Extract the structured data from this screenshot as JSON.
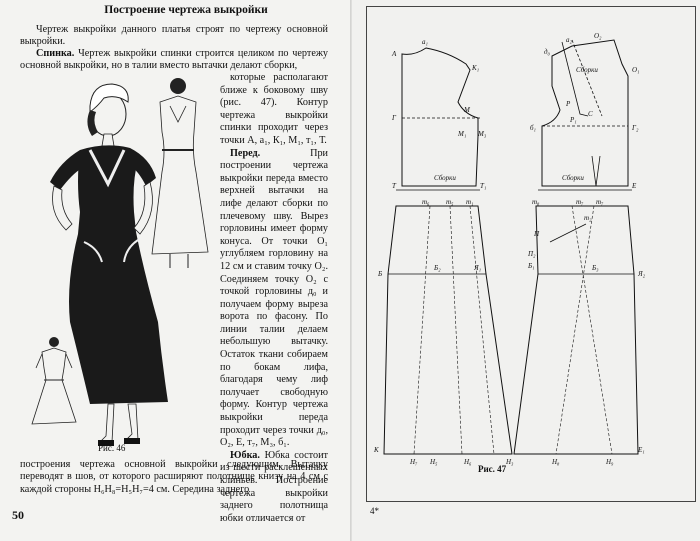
{
  "left_page": {
    "title": "Построение чертежа выкройки",
    "intro": "Чертеж выкройки данного платья строят по чертежу основной выкройки.",
    "back_heading": "Спинка.",
    "back_text": "Чертеж выкройки спинки строится целиком по чертежу основной выкройки, но в талии вместо вытачки делают сборки,",
    "column_p1": "которые располагают ближе к боковому шву (рис. 47). Контур чертежа выкройки спинки проходит через точки А, а₁, К₁, М₁, т₁, Т.",
    "front_heading": "Перед.",
    "front_text": "При построении чертежа выкройки переда вместо верхней вытачки на лифе делают сборки по плечевому шву. Вырез горловины имеет форму конуса. От точки О₁ углубляем горловину на 12 см и ставим точку О₂. Соединяем точку О₂ с точкой горловины д₀ и получаем форму выреза ворота по фасону. По линии талии делаем небольшую вытачку. Остаток ткани собираем по бокам лифа, благодаря чему лиф получает свободную форму. Контур чертежа выкройки переда проходит через точки д₀, О₂, Е, т₇, М₃, б₁.",
    "skirt_heading": "Юбка.",
    "skirt_text": "Юбка состоит из шести расклешенных клиньев. Построение чертежа выкройки заднего полотнища юбки отличается от",
    "bottom_text": "построения чертежа основной выкройки следующим. Вытачку переводят в шов, от которого расширяют полотнище книзу на 4 см с каждой стороны Н₆Н₈=Н₅Н₇=4 см. Середина заднего",
    "figure_caption": "Рис. 46",
    "page_number": "50"
  },
  "right_page": {
    "figure_caption": "Рис. 47",
    "signature": "4*",
    "labels": {
      "sborki": "Сборки",
      "points": [
        "А",
        "а₁",
        "К₁",
        "М",
        "М₁",
        "М₃",
        "Г",
        "Т",
        "Т₁",
        "т₆",
        "т₅",
        "т₁",
        "Б",
        "Б₂",
        "Я₁",
        "К",
        "Н₇",
        "Н₅",
        "Н₆",
        "Н₃",
        "а₂",
        "д₀",
        "О₂",
        "О₁",
        "б₁",
        "П",
        "Р",
        "Р₁",
        "С",
        "Г₂",
        "Е",
        "т₈",
        "т₇",
        "т₇",
        "т₂",
        "Н₈",
        "Н₉",
        "Е₁",
        "Я₂",
        "Б₁",
        "П₂",
        "Б₃"
      ]
    }
  }
}
